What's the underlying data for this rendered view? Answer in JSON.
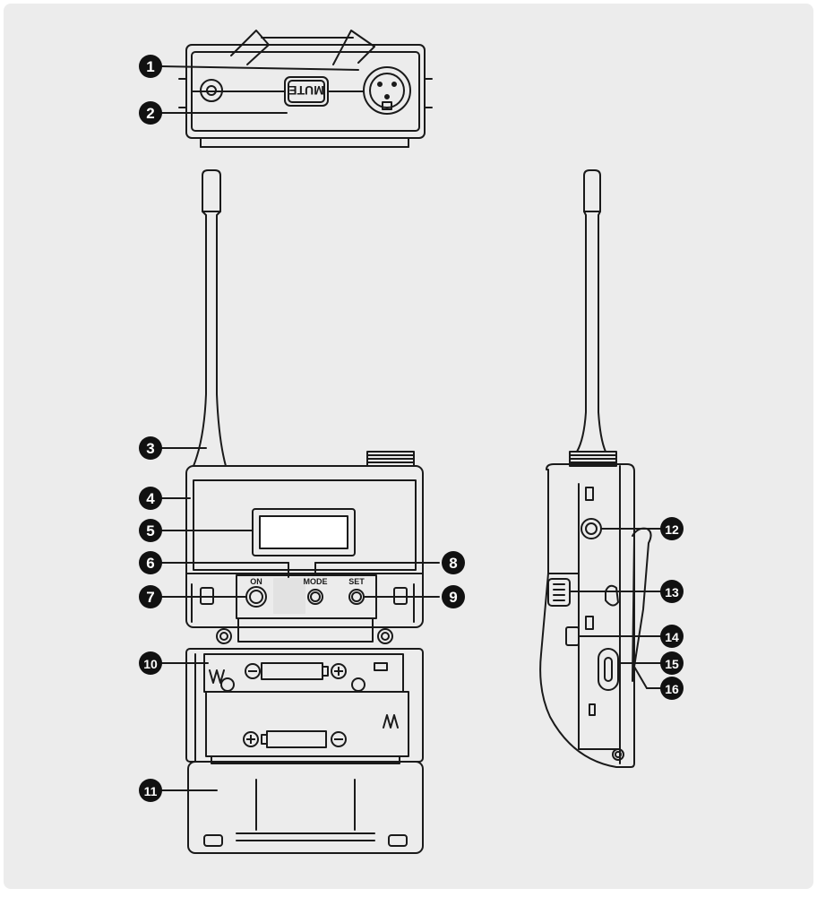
{
  "colors": {
    "page": "#ffffff",
    "panel": "#ececec",
    "line": "#1a1a1a",
    "callout": "#111111",
    "callout_text": "#ffffff",
    "display": "#e2e2e2"
  },
  "top_view": {
    "button_label": "MUTE"
  },
  "front_view": {
    "buttons": {
      "on": "ON",
      "mode": "MODE",
      "set": "SET"
    },
    "battery_icons": [
      "minus-icon",
      "plus-icon",
      "plus-icon",
      "minus-icon"
    ]
  },
  "callouts": [
    "1",
    "2",
    "3",
    "4",
    "5",
    "6",
    "7",
    "8",
    "9",
    "10",
    "11",
    "12",
    "13",
    "14",
    "15",
    "16"
  ]
}
